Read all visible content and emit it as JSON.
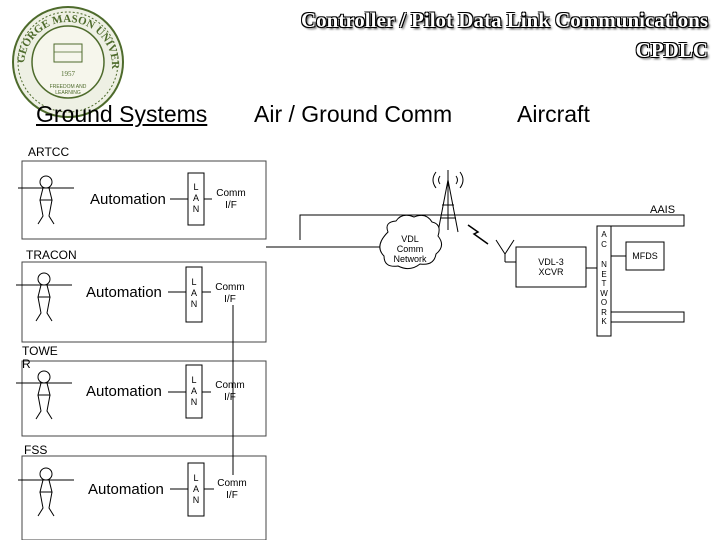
{
  "title": {
    "line1": "Controller / Pilot Data Link Communications",
    "line2": "CPDLC"
  },
  "columns": {
    "ground": "Ground Systems",
    "airground": "Air / Ground Comm",
    "aircraft": "Aircraft"
  },
  "facilities": [
    {
      "name": "ARTCC",
      "automation": "Automation",
      "lan": "L\nA\nN",
      "comm": "Comm\nI/F"
    },
    {
      "name": "TRACON",
      "automation": "Automation",
      "lan": "L\nA\nN",
      "comm": "Comm\nI/F"
    },
    {
      "name": "TOWE\nR",
      "automation": "Automation",
      "lan": "L\nA\nN",
      "comm": "Comm\nI/F"
    },
    {
      "name": "FSS",
      "automation": "Automation",
      "lan": "L\nA\nN",
      "comm": "Comm\nI/F"
    }
  ],
  "network": {
    "cloud": "VDL\nComm\nNetwork"
  },
  "aircraft": {
    "aais": "AAIS",
    "ac": "A\nC",
    "network": "N\nE\nT\nW\nO\nR\nK",
    "transceiver": "VDL-3\nXCVR",
    "mfds": "MFDS"
  },
  "colors": {
    "title": "#ffffff",
    "seal": "#4e6b2c",
    "line": "#000000"
  },
  "logo": {
    "ring_text": "GEORGE MASON UNIVERSITY",
    "year": "1957",
    "motto": "FREEDOM AND LEARNING"
  }
}
